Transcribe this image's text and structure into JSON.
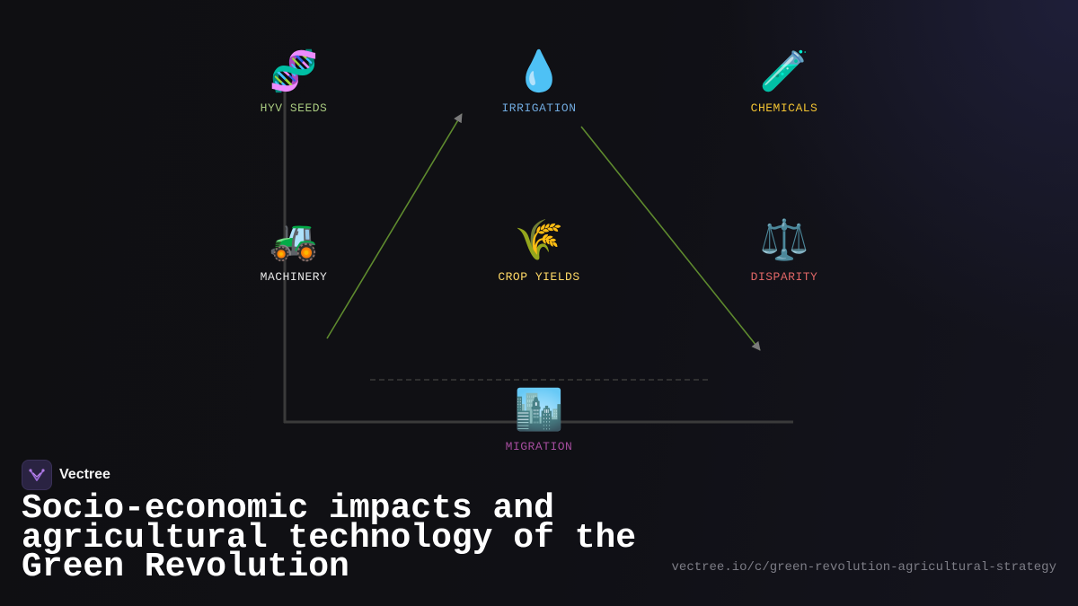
{
  "nodes": {
    "hyv_seeds": {
      "emoji": "🧬",
      "label": "HYV SEEDS",
      "color": "#a8c97f"
    },
    "irrigation": {
      "emoji": "💧",
      "label": "IRRIGATION",
      "color": "#6fa8dc"
    },
    "chemicals": {
      "emoji": "🧪",
      "label": "CHEMICALS",
      "color": "#f1c232"
    },
    "machinery": {
      "emoji": "🚜",
      "label": "MACHINERY",
      "color": "#e6e6e6"
    },
    "crop_yields": {
      "emoji": "🌾",
      "label": "CROP YIELDS",
      "color": "#ffd966"
    },
    "disparity": {
      "emoji": "⚖️",
      "label": "DISPARITY",
      "color": "#e06666"
    },
    "migration": {
      "emoji": "🏙️",
      "label": "MIGRATION",
      "color": "#a64d9f"
    }
  },
  "colors": {
    "arrow": "#5e8a2e",
    "arrowhead": "#7a7a7a",
    "axis": "#3a3a3a",
    "dashed": "#3a3a3a"
  },
  "brand": {
    "name": "Vectree",
    "logo_icon": "vectree-logo"
  },
  "title": "Socio-economic impacts and agricultural technology of the Green Revolution",
  "url": "vectree.io/c/green-revolution-agricultural-strategy"
}
